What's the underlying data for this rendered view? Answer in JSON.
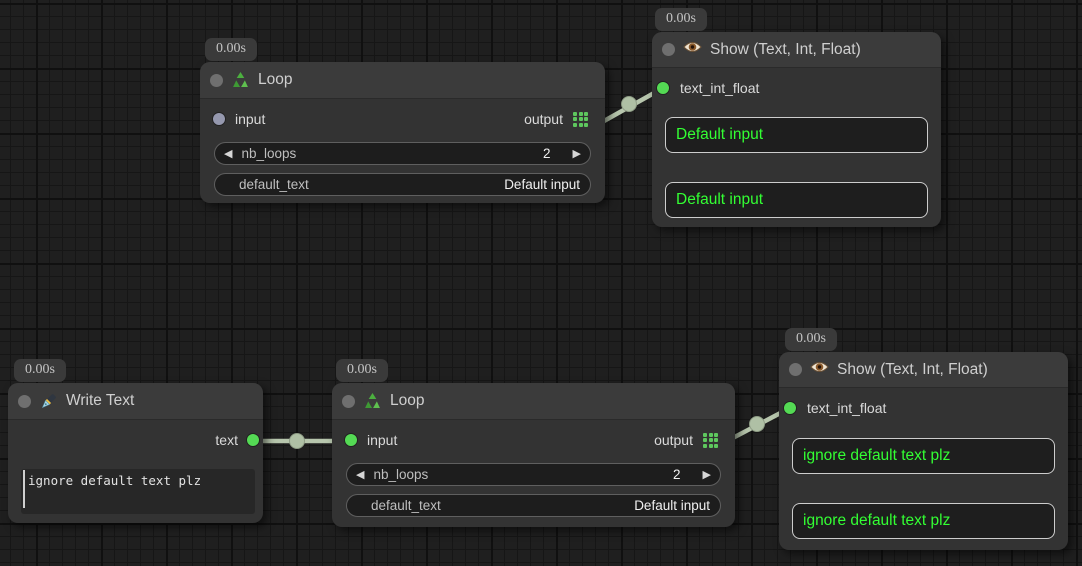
{
  "colors": {
    "wire": "#b7c6ad",
    "reroute_dot": "#afc0a5",
    "slot_connected_green": "#54da54",
    "slot_unconnected_gray": "#9598ae",
    "output_grid_green": "#5ec75e",
    "display_text_green": "#33ff33",
    "node_body": "#333333",
    "node_header": "#3b3b3b"
  },
  "nodes": {
    "loop_top": {
      "badge": "0.00s",
      "title": "Loop",
      "icon": "recycle-icon",
      "input_label": "input",
      "output_label": "output",
      "widgets": {
        "nb_loops_label": "nb_loops",
        "nb_loops_value": "2",
        "default_text_label": "default_text",
        "default_text_value": "Default input"
      }
    },
    "show_top": {
      "badge": "0.00s",
      "title": "Show (Text, Int, Float)",
      "icon": "eye-icon",
      "input_label": "text_int_float",
      "display_1": "Default input",
      "display_2": "Default input"
    },
    "write_text": {
      "badge": "0.00s",
      "title": "Write Text",
      "icon": "pen-icon",
      "output_label": "text",
      "text_value": "ignore default text plz"
    },
    "loop_bottom": {
      "badge": "0.00s",
      "title": "Loop",
      "icon": "recycle-icon",
      "input_label": "input",
      "output_label": "output",
      "widgets": {
        "nb_loops_label": "nb_loops",
        "nb_loops_value": "2",
        "default_text_label": "default_text",
        "default_text_value": "Default input"
      }
    },
    "show_bottom": {
      "badge": "0.00s",
      "title": "Show (Text, Int, Float)",
      "icon": "eye-icon",
      "input_label": "text_int_float",
      "display_1": "ignore default text plz",
      "display_2": "ignore default text plz"
    }
  }
}
